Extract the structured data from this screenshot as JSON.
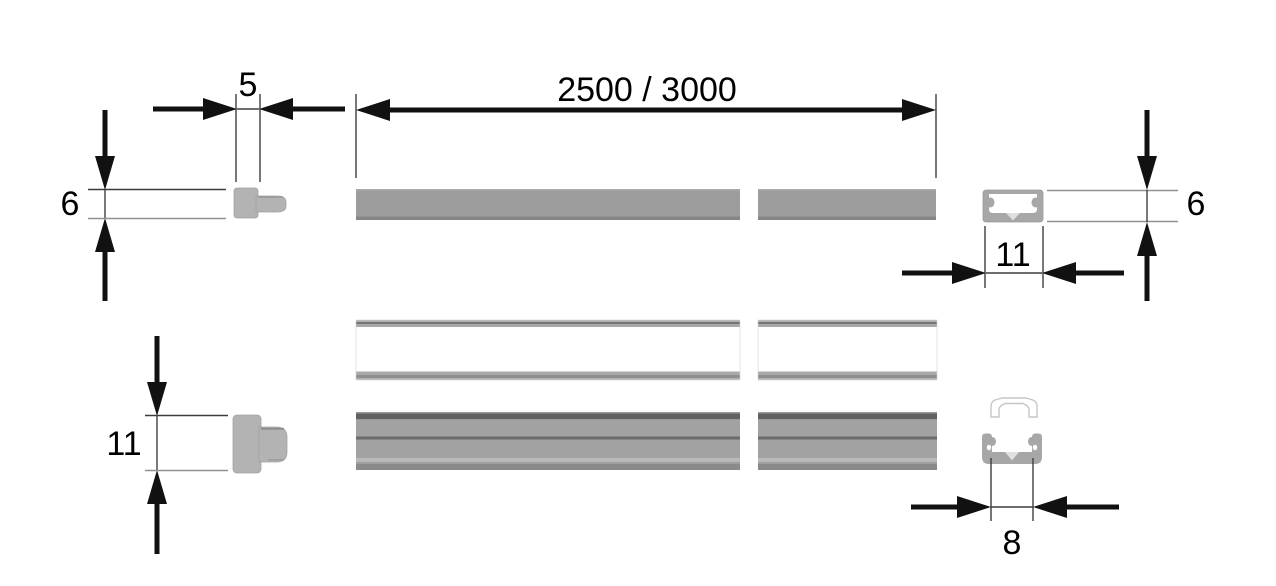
{
  "drawing": {
    "description": "LED aluminium profile dimension drawing",
    "dimensions": {
      "end_cap_width": "5",
      "profile_height_left": "6",
      "bar_length": "2500 / 3000",
      "profile_height_right": "6",
      "profile_outer_width": "11",
      "end_cap_height": "11",
      "channel_inner_width": "8"
    },
    "colors": {
      "background": "#ffffff",
      "dimension_lines": "#111111",
      "bar_gray": "#9d9d9d",
      "cap_gray": "#b3b3b3",
      "profile_gray": "#a7a7a7",
      "diffuser_triangle": "#e0e0e0"
    }
  }
}
